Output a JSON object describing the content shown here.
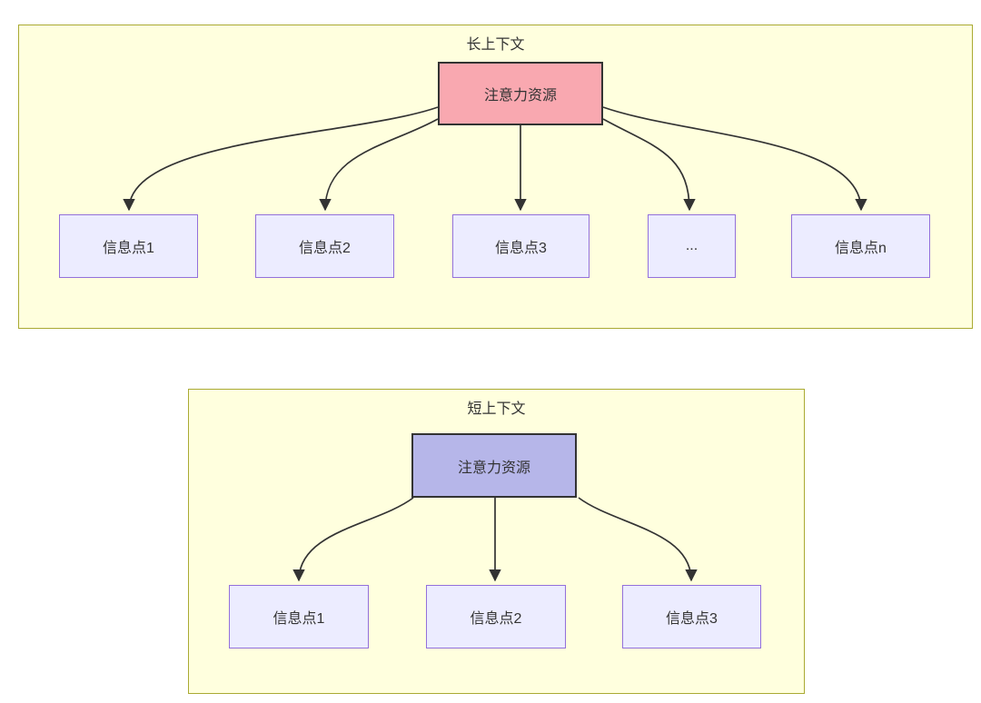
{
  "colors": {
    "page_background": "#ffffff",
    "container_fill": "#ffffde",
    "container_border": "#aaaa33",
    "node_fill": "#ececff",
    "node_border": "#9370db",
    "attention_long_fill": "#f9a8b0",
    "attention_short_fill": "#b6b6e9",
    "edge_stroke": "#333333",
    "text": "#333333"
  },
  "long": {
    "title": "长上下文",
    "attention_label": "注意力资源",
    "attention_fill": "#f9a8b0",
    "nodes": [
      "信息点1",
      "信息点2",
      "信息点3",
      "...",
      "信息点n"
    ]
  },
  "short": {
    "title": "短上下文",
    "attention_label": "注意力资源",
    "attention_fill": "#b6b6e9",
    "nodes": [
      "信息点1",
      "信息点2",
      "信息点3"
    ]
  }
}
